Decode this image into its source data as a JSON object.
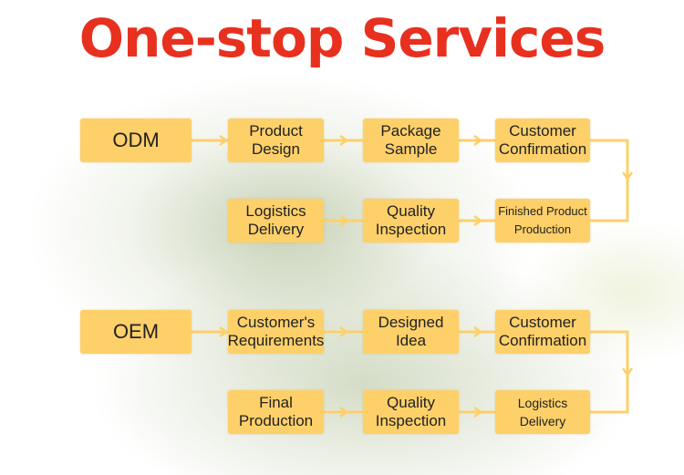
{
  "title": "One-stop Services",
  "odm": {
    "label": "ODM",
    "steps": [
      "Product\nDesign",
      "Package\nSample",
      "Customer\nConfirmation",
      "Finished Product\nProduction",
      "Quality\nInspection",
      "Logistics\nDelivery"
    ]
  },
  "oem": {
    "label": "OEM",
    "steps": [
      "Customer's\nRequirements",
      "Designed\nIdea",
      "Customer\nConfirmation",
      "Logistics\nDelivery",
      "Quality\nInspection",
      "Final\nProduction"
    ]
  },
  "colors": {
    "title": "#e8301f",
    "box": "#fdd06a",
    "connector": "#fdd06a"
  }
}
